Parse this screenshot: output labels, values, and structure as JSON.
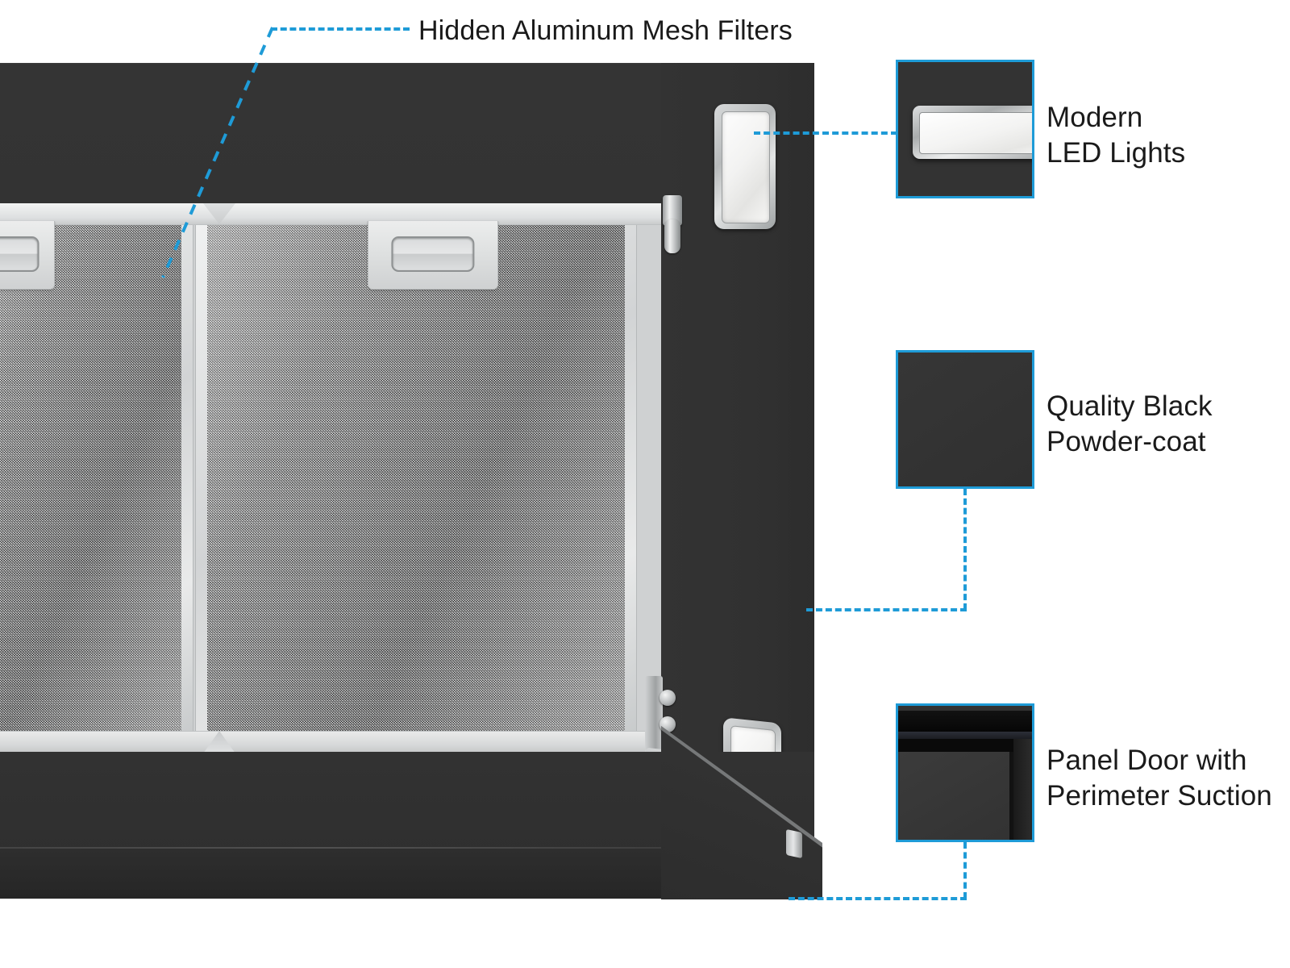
{
  "image": {
    "title": "Range Hood Feature Callouts",
    "background_color": "#ffffff",
    "accent_color": "#1e9bd7",
    "body_color": "#333333",
    "metal_color": "#d5d7d8"
  },
  "callouts": [
    {
      "id": "hidden-filters",
      "label": "Hidden Aluminum Mesh Filters",
      "leader": "diagonal-then-horizontal",
      "has_thumbnail": false
    },
    {
      "id": "led-lights",
      "label": "Modern\nLED Lights",
      "label_line1": "Modern",
      "label_line2": "LED Lights",
      "leader": "horizontal",
      "has_thumbnail": true,
      "thumbnail_alt": "close-up of stainless bezel LED lamp on black panel"
    },
    {
      "id": "powder-coat",
      "label": "Quality Black\nPowder-coat",
      "label_line1": "Quality Black",
      "label_line2": "Powder-coat",
      "leader": "down-then-left",
      "has_thumbnail": true,
      "thumbnail_alt": "flat black powder-coated surface swatch"
    },
    {
      "id": "panel-door",
      "label": "Panel Door with\nPerimeter Suction",
      "label_line1": "Panel Door with",
      "label_line2": "Perimeter Suction",
      "leader": "down-then-left",
      "has_thumbnail": true,
      "thumbnail_alt": "corner of panel door showing perimeter suction gap"
    }
  ],
  "product": {
    "name": "under-cabinet range hood",
    "parts": {
      "body": "black powder-coated hood body",
      "filter_left": "aluminum mesh filter left",
      "filter_right": "aluminum mesh filter right",
      "handle": "filter pull handle",
      "led_upper": "LED light upper",
      "led_lower": "LED light lower",
      "hinge": "chrome hinge hardware",
      "apron": "black bottom apron"
    }
  }
}
